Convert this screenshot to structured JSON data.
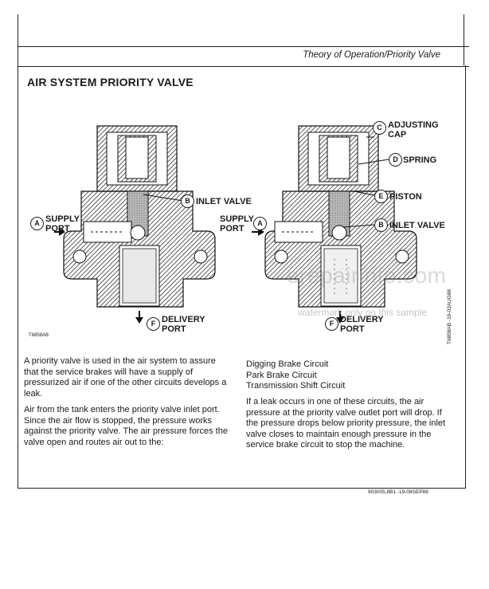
{
  "header": {
    "title": "Theory of Operation/Priority Valve"
  },
  "section": {
    "title": "AIR SYSTEM PRIORITY VALVE"
  },
  "left_diagram": {
    "callouts": [
      {
        "letter": "B",
        "label": "INLET VALVE"
      },
      {
        "letter": "A",
        "label_line1": "SUPPLY",
        "label_line2": "PORT"
      },
      {
        "letter": "F",
        "label_line1": "DELIVERY",
        "label_line2": "PORT"
      }
    ],
    "figure_id": "T6858AB"
  },
  "right_diagram": {
    "callouts": [
      {
        "letter": "C",
        "label_line1": "ADJUSTING",
        "label_line2": "CAP"
      },
      {
        "letter": "D",
        "label": "SPRING"
      },
      {
        "letter": "E",
        "label": "PISTON"
      },
      {
        "letter": "B",
        "label": "INLET VALVE"
      },
      {
        "letter": "A",
        "label_line1": "SUPPLY",
        "label_line2": "PORT"
      },
      {
        "letter": "F",
        "label_line1": "DELIVERY",
        "label_line2": "PORT"
      }
    ]
  },
  "side_code": "T6858AB    -19-03AUG88",
  "watermark": {
    "main": "erepairinfo.com",
    "sub": "watermark only on this sample"
  },
  "body_left": {
    "para1": [
      "A priority valve is used in the air system to assure",
      "that the service brakes will have a supply of",
      "pressurized air if one of the other circuits develops a",
      "leak."
    ],
    "para2": [
      "Air from the tank enters the priority valve inlet port.",
      "Since the air flow is stopped, the pressure works",
      "against the priority valve. The air pressure forces the",
      "valve open and routes air out to the:"
    ]
  },
  "body_right": {
    "circuits": [
      "Digging Brake Circuit",
      "Park Brake Circuit",
      "Transmission Shift Circuit"
    ],
    "para": [
      "If a leak occurs in one of these circuits, the air",
      "pressure at the priority valve outlet port will drop. If",
      "the pressure drops below priority pressure, the inlet",
      "valve closes to maintain enough pressure in the",
      "service brake circuit to stop the machine."
    ]
  },
  "footer": {
    "code": "903005,8B1    -19-08SEP88"
  }
}
